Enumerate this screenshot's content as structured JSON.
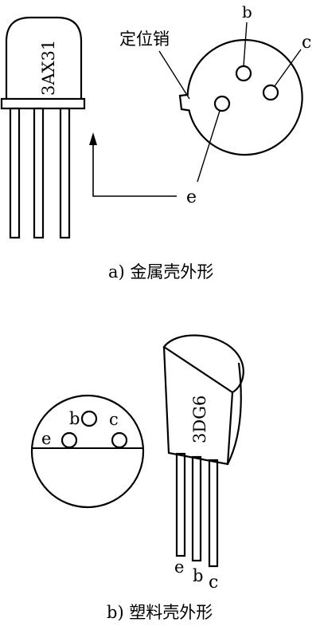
{
  "part_a": {
    "marking": "3AX31",
    "locating_pin_label": "定位销",
    "pins": {
      "b": "b",
      "c": "c",
      "e": "e"
    },
    "caption": "a) 金属壳外形"
  },
  "part_b": {
    "marking": "3DG6",
    "pins_bottom_view": {
      "b": "b",
      "c": "c",
      "e": "e"
    },
    "pins_leads": {
      "e": "e",
      "b": "b",
      "c": "c"
    },
    "caption": "b) 塑料壳外形"
  }
}
